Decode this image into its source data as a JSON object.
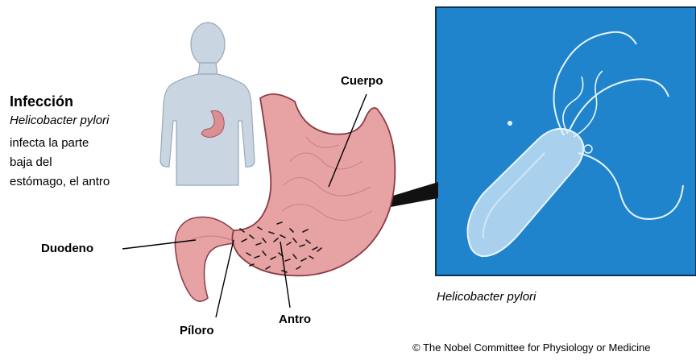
{
  "infection": {
    "title": "Infección",
    "species": "Helicobacter pylori",
    "line1": "infecta la parte",
    "line2": "baja del",
    "line3": "estómago, el antro"
  },
  "labels": {
    "cuerpo": "Cuerpo",
    "duodeno": "Duodeno",
    "piloro": "Píloro",
    "antro": "Antro"
  },
  "caption": "Helicobacter pylori",
  "credit": "© The Nobel Committee for Physiology or Medicine",
  "colors": {
    "micrograph_bg": "#1f84cc",
    "stomach": "#e7a2a4",
    "stomach_outline": "#8a3b44",
    "body_silhouette": "#c9d5e0"
  }
}
